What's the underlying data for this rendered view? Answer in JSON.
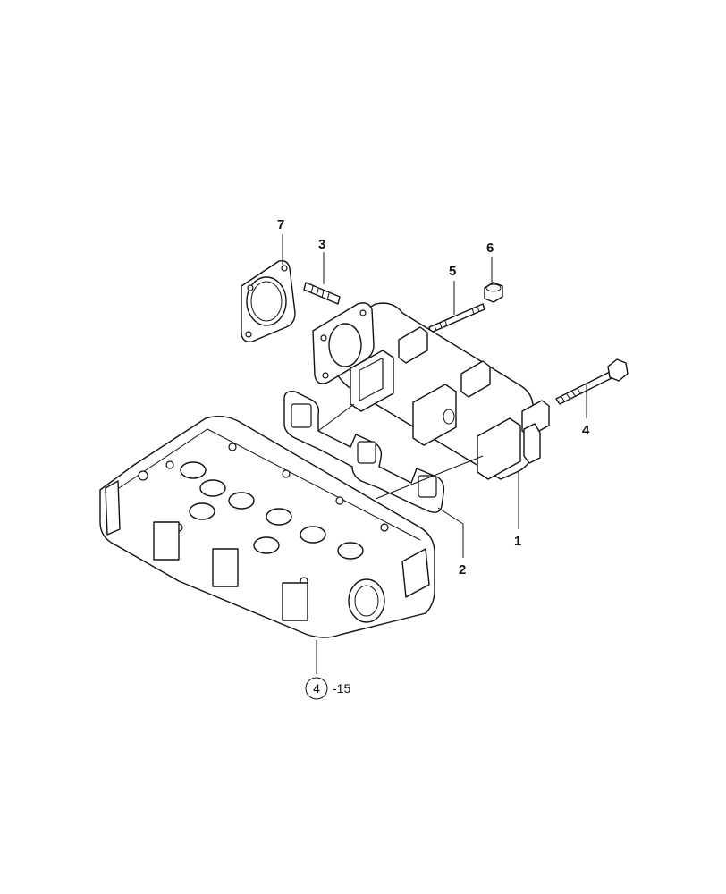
{
  "callouts": [
    {
      "id": "1",
      "label": "1"
    },
    {
      "id": "2",
      "label": "2"
    },
    {
      "id": "3",
      "label": "3"
    },
    {
      "id": "4",
      "label": "4"
    },
    {
      "id": "5",
      "label": "5"
    },
    {
      "id": "6",
      "label": "6"
    },
    {
      "id": "7",
      "label": "7"
    }
  ],
  "reference": {
    "circle_label": "4",
    "suffix": "-15"
  }
}
